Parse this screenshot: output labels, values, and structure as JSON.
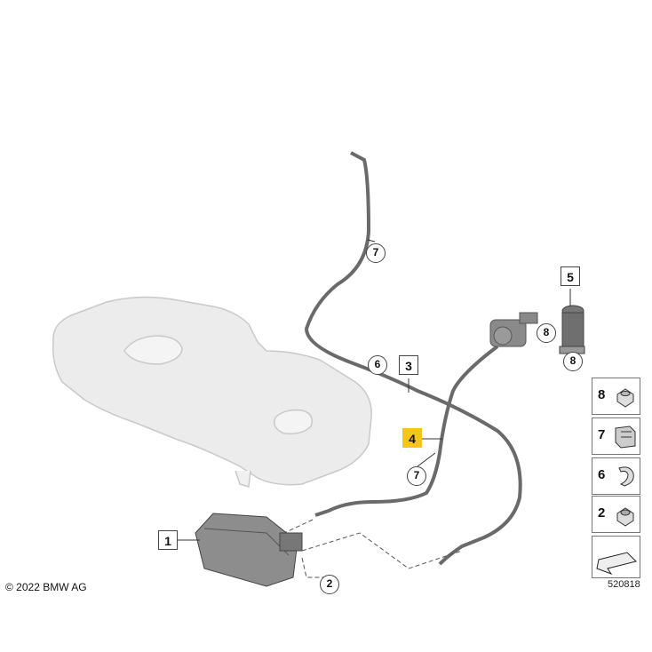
{
  "callouts": {
    "part1": "1",
    "part3": "3",
    "part4": "4",
    "part5": "5",
    "ref7_top": "7",
    "ref6": "6",
    "ref7_mid": "7",
    "ref8_a": "8",
    "ref8_b": "8",
    "ref2": "2"
  },
  "legend": [
    {
      "num": "8",
      "icon": "nut-icon"
    },
    {
      "num": "7",
      "icon": "double-clip-icon"
    },
    {
      "num": "6",
      "icon": "hose-clip-icon"
    },
    {
      "num": "2",
      "icon": "hex-nut-icon"
    }
  ],
  "footer": {
    "copyright": "© 2022 BMW AG",
    "diagram_id": "520818"
  },
  "colors": {
    "highlight": "#f5c518",
    "line": "#555555",
    "tank": "#e9e9e9"
  }
}
